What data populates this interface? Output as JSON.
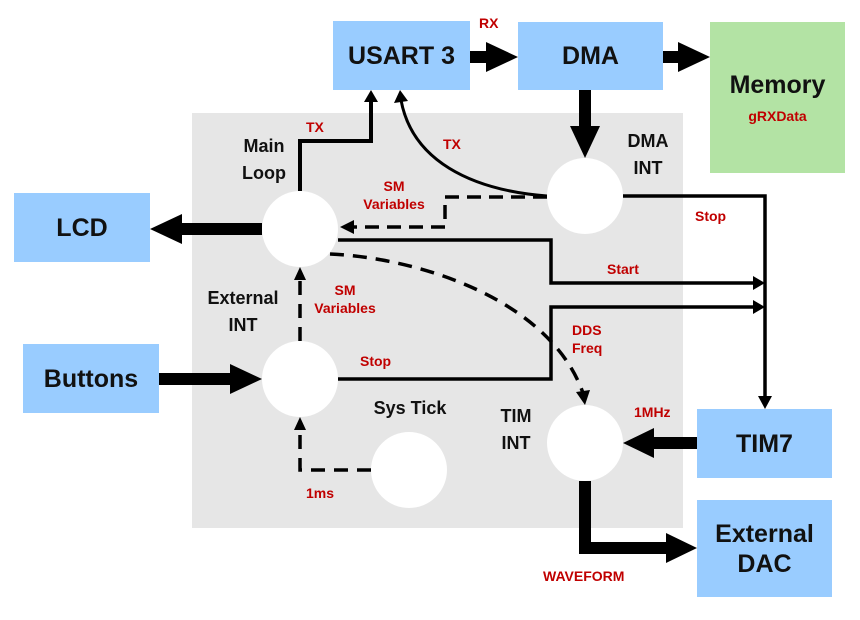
{
  "diagram": {
    "colors": {
      "peripheral_block": "#99ccff",
      "memory_block": "#b3e3a4",
      "firmware_region": "#e6e6e6",
      "edge_label": "#c00000",
      "node": "#ffffff"
    },
    "blocks": {
      "usart": {
        "label": "USART 3"
      },
      "dma": {
        "label": "DMA"
      },
      "memory": {
        "label": "Memory",
        "sublabel": "gRXData"
      },
      "lcd": {
        "label": "LCD"
      },
      "buttons": {
        "label": "Buttons"
      },
      "tim7": {
        "label": "TIM7"
      },
      "dac": {
        "label": "External DAC"
      }
    },
    "nodes": {
      "main_loop": {
        "label": "Main Loop"
      },
      "dma_int": {
        "label": "DMA INT"
      },
      "external_int": {
        "label": "External INT"
      },
      "tim_int": {
        "label": "TIM INT"
      },
      "sys_tick": {
        "label": "Sys Tick"
      }
    },
    "edges": {
      "usart_to_dma": {
        "label": "RX",
        "from": "USART 3",
        "to": "DMA",
        "style": "thick"
      },
      "dma_to_memory": {
        "label": "",
        "from": "DMA",
        "to": "Memory",
        "style": "thick"
      },
      "dma_to_dma_int": {
        "label": "",
        "from": "DMA",
        "to": "DMA INT",
        "style": "thick"
      },
      "main_to_usart": {
        "label": "TX",
        "from": "Main Loop",
        "to": "USART 3",
        "style": "solid"
      },
      "dma_int_to_usart": {
        "label": "TX",
        "from": "DMA INT",
        "to": "USART 3",
        "style": "solid-curve"
      },
      "dma_int_to_main": {
        "label": "SM Variables",
        "from": "DMA INT",
        "to": "Main Loop",
        "style": "dashed"
      },
      "main_to_lcd": {
        "label": "",
        "from": "Main Loop",
        "to": "LCD",
        "style": "thick"
      },
      "dma_int_to_tim7": {
        "label": "Stop",
        "from": "DMA INT",
        "to": "TIM7",
        "style": "solid"
      },
      "main_to_tim7": {
        "label": "Start",
        "from": "Main Loop",
        "to": "TIM7",
        "style": "solid"
      },
      "ext_int_to_tim7": {
        "label": "Stop",
        "from": "External INT",
        "to": "TIM7",
        "style": "solid"
      },
      "main_to_tim_int": {
        "label": "DDS Freq",
        "from": "Main Loop",
        "to": "TIM INT",
        "style": "dashed-curve"
      },
      "ext_int_to_main": {
        "label": "SM Variables",
        "from": "External INT",
        "to": "Main Loop",
        "style": "dashed"
      },
      "buttons_to_ext_int": {
        "label": "",
        "from": "Buttons",
        "to": "External INT",
        "style": "thick"
      },
      "systick_to_ext_int": {
        "label": "1ms",
        "from": "Sys Tick",
        "to": "External INT",
        "style": "dashed"
      },
      "tim7_to_tim_int": {
        "label": "1MHz",
        "from": "TIM7",
        "to": "TIM INT",
        "style": "thick"
      },
      "tim_int_to_dac": {
        "label": "WAVEFORM",
        "from": "TIM INT",
        "to": "External DAC",
        "style": "thick"
      }
    }
  }
}
